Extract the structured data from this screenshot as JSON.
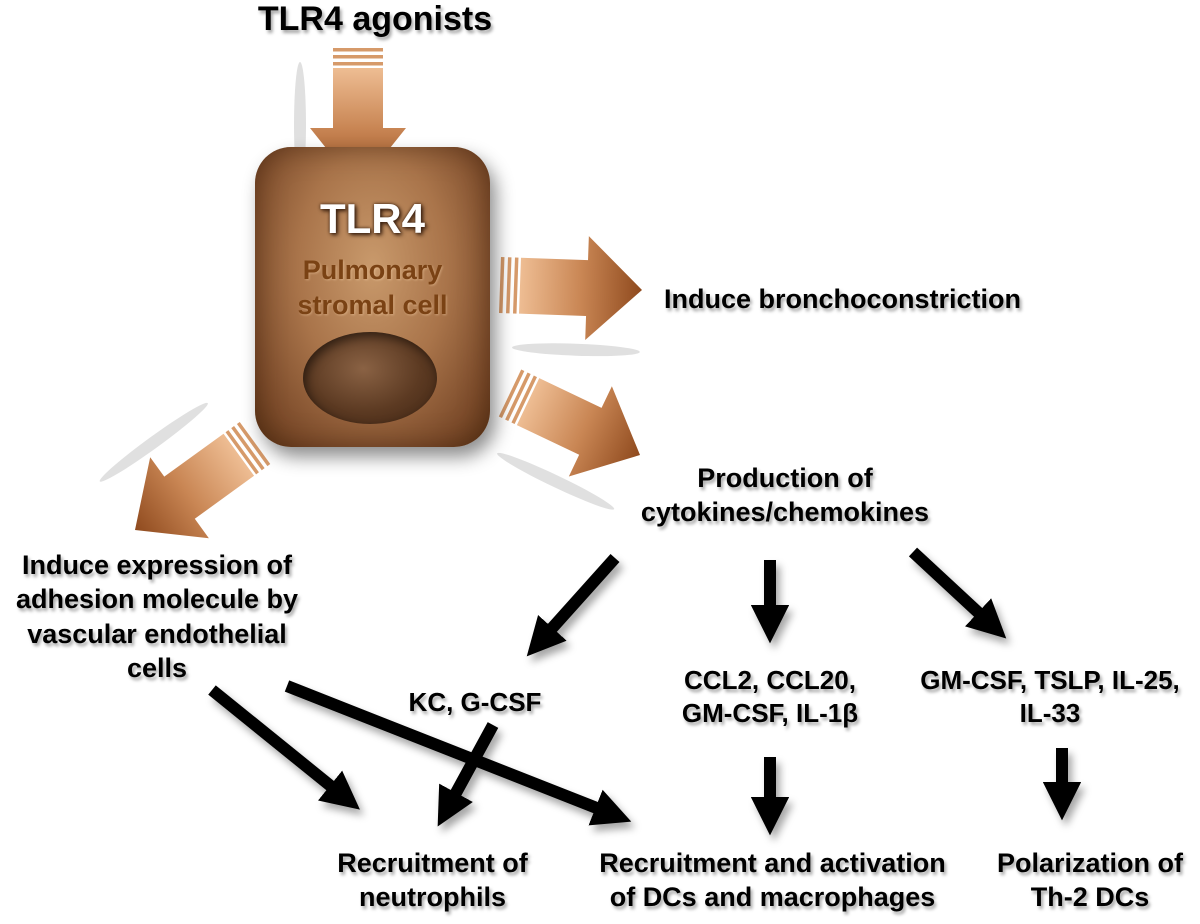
{
  "agonist_label": "TLR4 agonists",
  "cell": {
    "receptor": "TLR4",
    "name_line1": "Pulmonary",
    "name_line2": "stromal cell"
  },
  "effects": {
    "bronchoconstriction": "Induce bronchoconstriction",
    "cytokines": [
      "Production of",
      "cytokines/chemokines"
    ],
    "adhesion": [
      "Induce expression of",
      "adhesion molecule by",
      "vascular endothelial",
      "cells"
    ]
  },
  "mediators": {
    "kc": "KC, G-CSF",
    "ccl": [
      "CCL2, CCL20,",
      "GM-CSF, IL-1β"
    ],
    "gmcsf": [
      "GM-CSF, TSLP, IL-25,",
      "IL-33"
    ]
  },
  "outcomes": {
    "neutrophils": [
      "Recruitment of",
      "neutrophils"
    ],
    "dcs": [
      "Recruitment and activation",
      "of DCs and macrophages"
    ],
    "th2": [
      "Polarization of",
      "Th-2 DCs"
    ]
  },
  "colors": {
    "arrow_light": "#e8b489",
    "arrow_dark": "#8f4a1e",
    "cell_main": "#a9744a",
    "cell_text": "#7a4214",
    "black_arrow": "#000000"
  }
}
